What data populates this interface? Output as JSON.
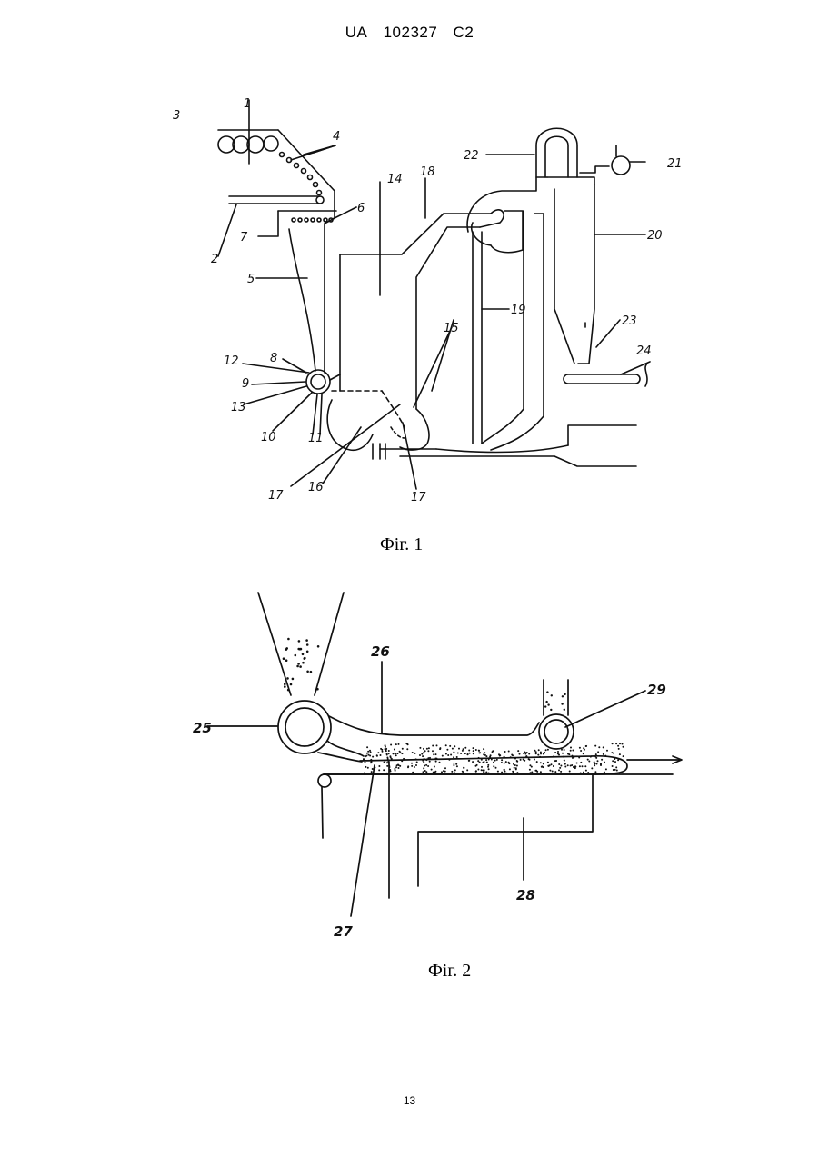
{
  "header": {
    "country": "UA",
    "number": "102327",
    "kind": "C2"
  },
  "figure1": {
    "caption": "Фіг. 1",
    "labels": {
      "l1": "1",
      "l2": "2",
      "l3": "3",
      "l4": "4",
      "l5": "5",
      "l6": "6",
      "l7": "7",
      "l8": "8",
      "l9": "9",
      "l10": "10",
      "l11": "11",
      "l12": "12",
      "l13": "13",
      "l14": "14",
      "l15": "15",
      "l16": "16",
      "l17a": "17",
      "l17b": "17",
      "l18": "18",
      "l19": "19",
      "l20": "20",
      "l21": "21",
      "l22": "22",
      "l23": "23",
      "l24": "24"
    }
  },
  "figure2": {
    "caption": "Фіг. 2",
    "labels": {
      "l25": "25",
      "l26": "26",
      "l27": "27",
      "l28": "28",
      "l29": "29"
    }
  },
  "page_number": "13"
}
